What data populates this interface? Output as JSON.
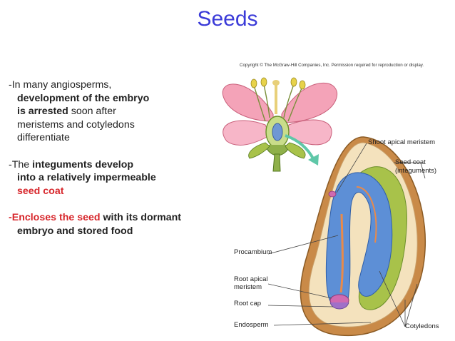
{
  "slide": {
    "title": "Seeds",
    "bullets": [
      {
        "lines": [
          [
            {
              "text": "-In many angiosperms,"
            }
          ],
          [
            {
              "text": "development of the embryo",
              "b": true
            }
          ],
          [
            {
              "text": "is arrested",
              "b": true
            },
            {
              "text": " soon after"
            }
          ],
          [
            {
              "text": "meristems and cotyledons"
            }
          ],
          [
            {
              "text": "differentiate"
            }
          ]
        ]
      },
      {
        "lines": [
          [
            {
              "text": "-The "
            },
            {
              "text": "integuments develop",
              "b": true
            }
          ],
          [
            {
              "text": "into a relatively impermeable",
              "b": true
            }
          ],
          [
            {
              "text": "seed coat",
              "red": true
            }
          ]
        ]
      },
      {
        "lines": [
          [
            {
              "text": "-Encloses the seed",
              "red": true
            },
            {
              "text": " with its dormant",
              "b": true
            }
          ],
          [
            {
              "text": "embryo and stored food",
              "b": true
            }
          ]
        ]
      }
    ]
  },
  "figure": {
    "copyright": "Copyright © The McGraw-Hill Companies, Inc. Permission required for reproduction or display.",
    "labels": {
      "shoot_apical_meristem": "Shoot apical meristem",
      "seed_coat": "Seed coat",
      "integuments": "(integuments)",
      "procambium": "Procambium",
      "root_apical_1": "Root apical",
      "root_apical_2": "meristem",
      "root_cap": "Root cap",
      "endosperm": "Endosperm",
      "cotyledons": "Cotyledons"
    },
    "colors": {
      "title": "#3a3ad8",
      "highlight": "#d7262b",
      "petal": "#f4a3b8",
      "seed_coat": "#c98a48",
      "endosperm": "#f4e2bd",
      "embryo": "#5d8fd6",
      "procambium": "#e98a4a",
      "cotyledon": "#a8c24a",
      "arrow": "#5fc7a8"
    }
  }
}
